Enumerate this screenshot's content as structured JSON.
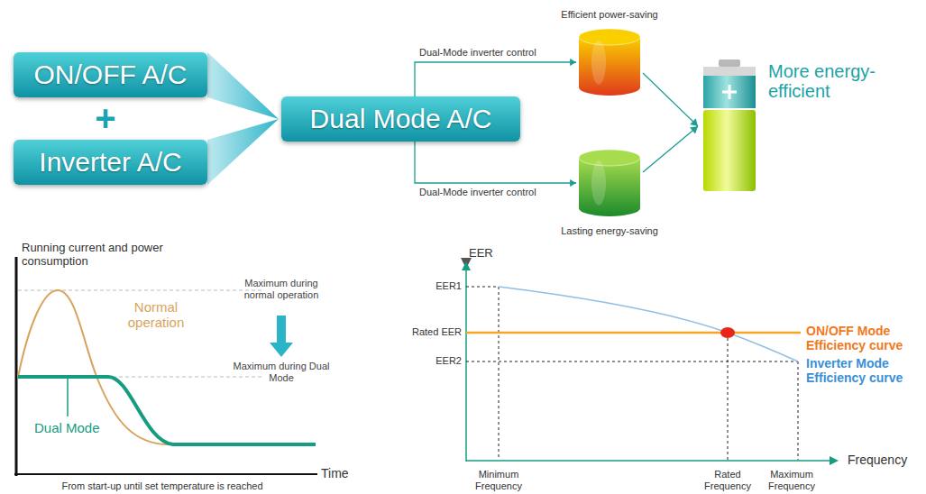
{
  "diagram": {
    "nodes": [
      {
        "text": [
          "ON/OFF A/C"
        ]
      },
      {
        "text": [
          "Inverter A/C"
        ]
      },
      {
        "text": [
          "Dual Mode A/C"
        ]
      },
      {
        "text": [
          "Efficient power-saving"
        ]
      },
      {
        "text": [
          "Lasting energy-saving"
        ]
      },
      {
        "text": [
          "More energy-efficient"
        ]
      }
    ],
    "edges": [
      {
        "from": 0,
        "to": 2,
        "arrow": "to"
      },
      {
        "from": 1,
        "to": 2,
        "arrow": "to"
      },
      {
        "from": 2,
        "to": 3,
        "label": "Dual-Mode inverter control",
        "arrow": "to"
      },
      {
        "from": 2,
        "to": 4,
        "label": "Dual-Mode inverter control",
        "arrow": "to"
      },
      {
        "from": 3,
        "to": 5,
        "arrow": "to"
      },
      {
        "from": 4,
        "to": 5,
        "arrow": "to"
      }
    ],
    "labels": [
      "+",
      "Running current and power consumption",
      "Normal operation",
      "Maximum during normal operation",
      "Maximum during Dual Mode",
      "Dual Mode",
      "Time",
      "From start-up until set temperature is reached",
      "EER",
      "EER1",
      "Rated EER",
      "EER2",
      "ON/OFF Mode Efficiency curve",
      "Inverter Mode Efficiency curve",
      "Frequency",
      "Minimum Frequency",
      "Rated Frequency",
      "Maximum Frequency"
    ]
  }
}
